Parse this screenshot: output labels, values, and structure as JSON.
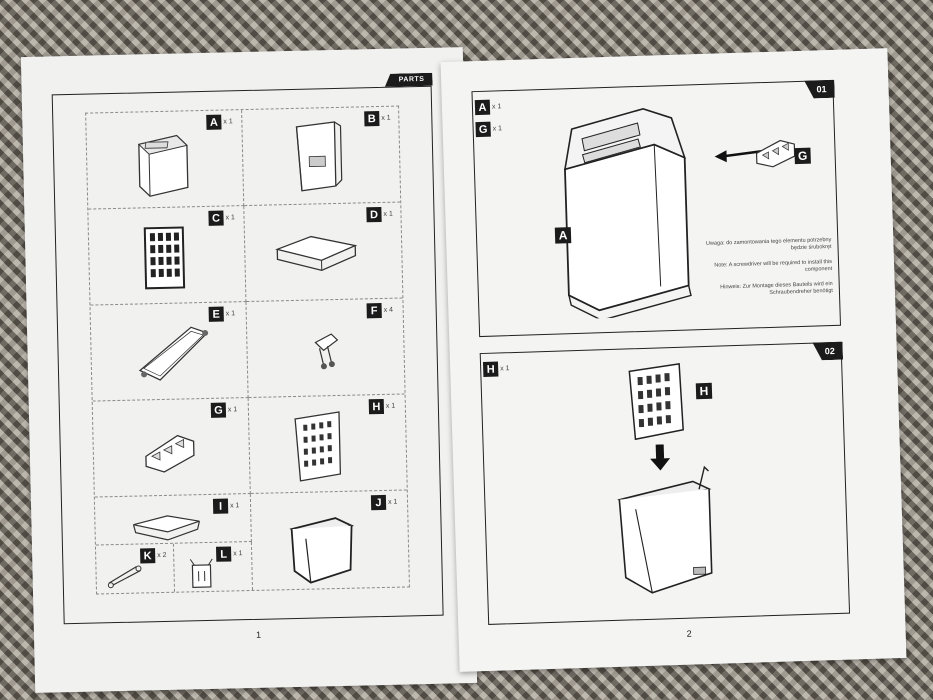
{
  "left_page": {
    "tag": "PARTS",
    "page_number": "1",
    "parts": [
      {
        "letter": "A",
        "qty": "x 1"
      },
      {
        "letter": "B",
        "qty": "x 1"
      },
      {
        "letter": "C",
        "qty": "x 1"
      },
      {
        "letter": "D",
        "qty": "x 1"
      },
      {
        "letter": "E",
        "qty": "x 1"
      },
      {
        "letter": "F",
        "qty": "x 4"
      },
      {
        "letter": "G",
        "qty": "x 1"
      },
      {
        "letter": "H",
        "qty": "x 1"
      },
      {
        "letter": "I",
        "qty": "x 1"
      },
      {
        "letter": "J",
        "qty": "x 1"
      },
      {
        "letter": "K",
        "qty": "x 2"
      },
      {
        "letter": "L",
        "qty": "x 1"
      }
    ]
  },
  "right_page": {
    "page_number": "2",
    "step1": {
      "number": "01",
      "parts": [
        {
          "letter": "A",
          "qty": "x 1"
        },
        {
          "letter": "G",
          "qty": "x 1"
        }
      ],
      "callout_a": "A",
      "callout_g": "G",
      "note_pl": "Uwaga: do zamontowania tego elementu potrzebny będzie śrubokręt",
      "note_en": "Note: A screwdriver will be required to install this component",
      "note_de": "Hinweis: Zur Montage dieses Bauteils wird ein Schraubendreher benötigt"
    },
    "step2": {
      "number": "02",
      "parts": [
        {
          "letter": "H",
          "qty": "x 1"
        }
      ],
      "callout_h": "H"
    }
  }
}
